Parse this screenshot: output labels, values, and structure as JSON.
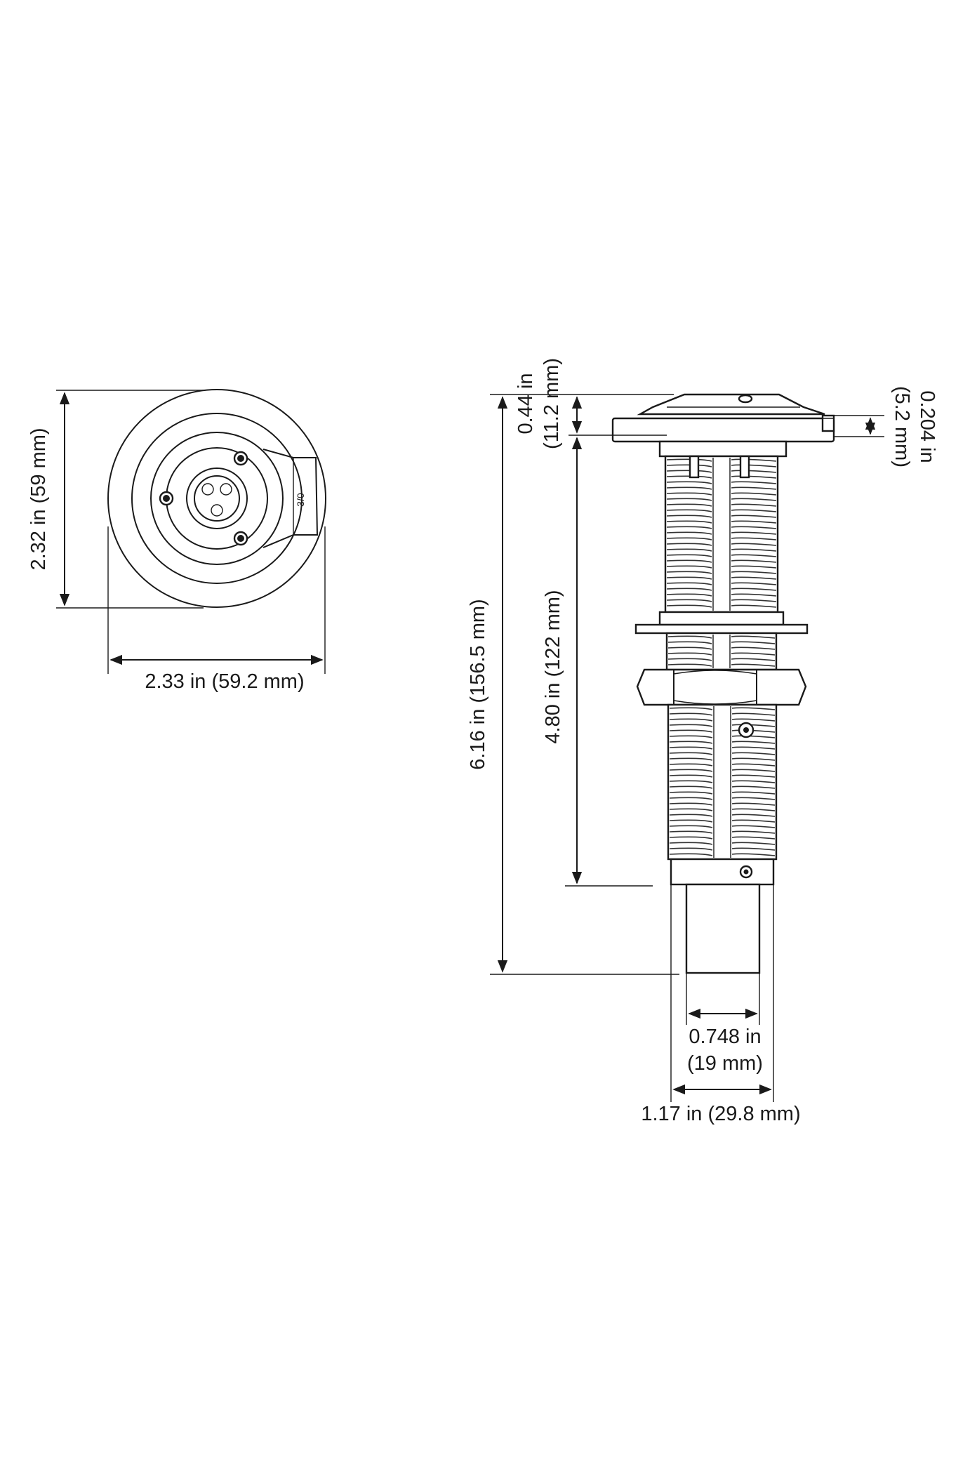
{
  "front_view": {
    "height_label": "2.32 in (59 mm)",
    "width_label": "2.33 in (59.2 mm)",
    "connector_mark": "3/0"
  },
  "side_view": {
    "overall_length_label": "6.16 in (156.5 mm)",
    "thread_length_label": "4.80 in (122 mm)",
    "flange_height_line1": "0.44 in",
    "flange_height_line2": "(11.2 mm)",
    "lip_height_line1": "0.204 in",
    "lip_height_line2": "(5.2 mm)",
    "tip_diameter_line1": "0.748 in",
    "tip_diameter_line2": "(19 mm)",
    "body_diameter_label": "1.17 in (29.8 mm)"
  },
  "colors": {
    "line": "#1a1a1a",
    "background": "#ffffff"
  }
}
